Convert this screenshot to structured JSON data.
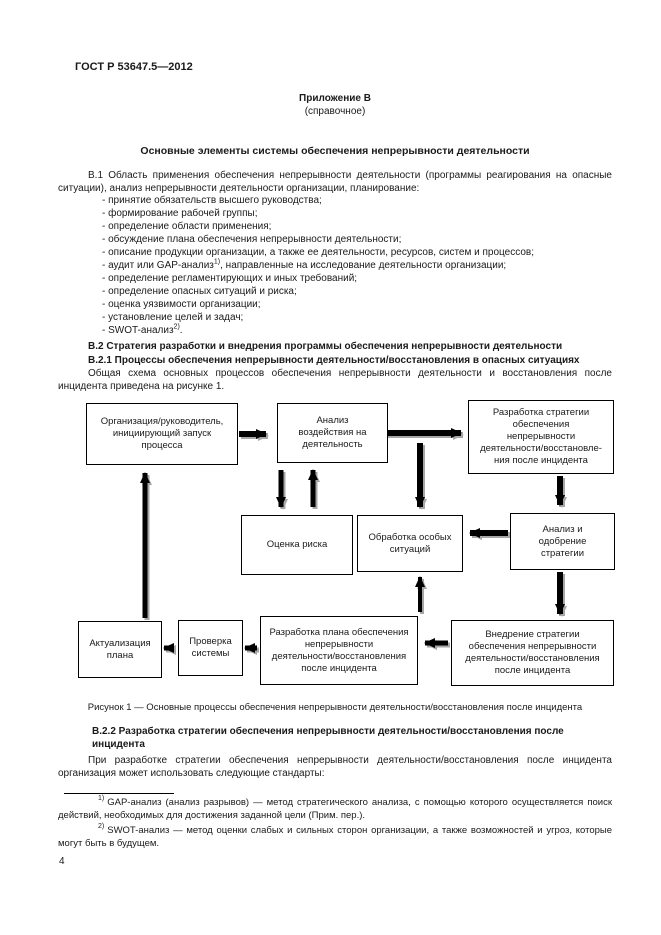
{
  "doc": {
    "standard": "ГОСТ Р 53647.5—2012",
    "annex_label": "Приложение В",
    "annex_kind": "(справочное)",
    "title": "Основные элементы системы обеспечения непрерывности деятельности",
    "page_number": "4"
  },
  "b1": {
    "intro": "В.1 Область применения обеспечения непрерывности деятельности (программы реагирования на опасные ситуации), анализ непрерывности деятельности организации, планирование:",
    "items": [
      {
        "t": "- принятие обязательств высшего руководства;"
      },
      {
        "t": "- формирование рабочей группы;"
      },
      {
        "t": "- определение области применения;"
      },
      {
        "t": "- обсуждение плана обеспечения непрерывности деятельности;"
      },
      {
        "t": "- описание продукции организации, а также ее деятельности, ресурсов, систем и процессов;"
      },
      {
        "t": "- аудит или GAP-анализ",
        "sup": "1)",
        "t2": ", направленные на исследование деятельности организации;"
      },
      {
        "t": "- определение регламентирующих и иных требований;"
      },
      {
        "t": "- определение опасных ситуаций и риска;"
      },
      {
        "t": "- оценка уязвимости организации;"
      },
      {
        "t": "- установление целей и задач;"
      },
      {
        "t": "- SWOT-анализ",
        "sup": "2)",
        "t2": "."
      }
    ]
  },
  "b2": {
    "heading": "В.2 Стратегия разработки и внедрения программы обеспечения непрерывности деятельности"
  },
  "b21": {
    "heading": "В.2.1 Процессы обеспечения непрерывности деятельности/восстановления в опасных ситуациях",
    "body": "Общая схема основных процессов обеспечения непрерывности деятельности и восстановления после инцидента приведена на рисунке 1."
  },
  "figure": {
    "caption": "Рисунок 1 — Основные процессы обеспечения непрерывности деятельности/восстановления после инцидента",
    "nodes": {
      "org": "Организация/руководитель,\nинициирующий запуск\nпроцесса",
      "impact": "Анализ\nвоздействия на\nдеятельность",
      "strategy": "Разработка стратегии\nобеспечения\nнепрерывности\nдеятельности/восстановле-\nния после инцидента",
      "risk": "Оценка риска",
      "special": "Обработка особых\nситуаций",
      "approve": "Анализ и\nодобрение\nстратегии",
      "update": "Актуализация\nплана",
      "check": "Проверка\nсистемы",
      "plan": "Разработка плана обеспечения\nнепрерывности\nдеятельности/восстановления\nпосле инцидента",
      "implement": "Внедрение стратегии\nобеспечения непрерывности\nдеятельности/восстановления\nпосле инцидента"
    }
  },
  "b22": {
    "heading": "В.2.2 Разработка стратегии обеспечения непрерывности деятельности/восстановления после\nинцидента",
    "body": "При разработке стратегии обеспечения непрерывности деятельности/восстановления после инцидента организация может использовать следующие стандарты:"
  },
  "footnotes": [
    {
      "sup": "1)",
      "text": "GAP-анализ (анализ разрывов) — метод стратегического анализа, с помощью которого осуществляется поиск действий, необходимых для достижения заданной цели (Прим. пер.)."
    },
    {
      "sup": "2)",
      "text": "SWOT-анализ — метод оценки слабых и сильных сторон организации, а также возможностей и угроз, которые могут быть в будущем."
    }
  ]
}
